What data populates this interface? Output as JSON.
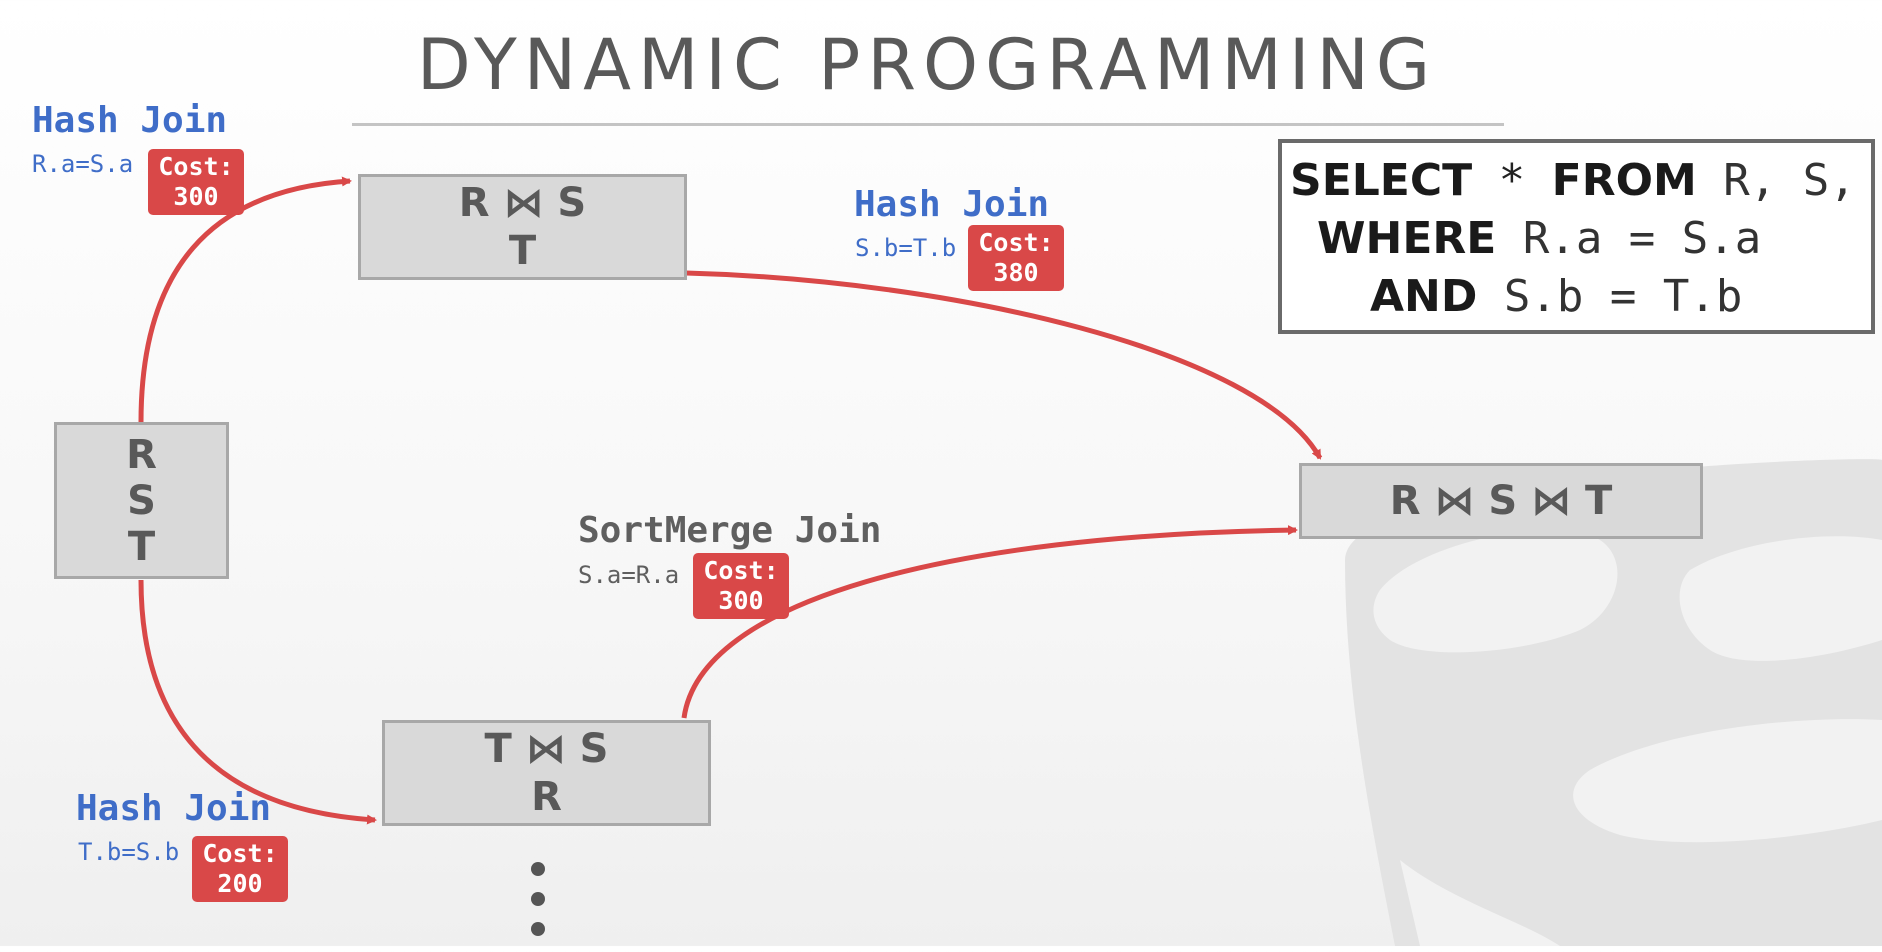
{
  "title": "DYNAMIC PROGRAMMING",
  "sql": {
    "line1_kw1": "SELECT",
    "line1_rest": " * ",
    "line1_kw2": "FROM",
    "line1_tail": " R, S, T",
    "line2_kw": "WHERE",
    "line2_tail": " R.a = S.a",
    "line3_kw": "AND",
    "line3_tail": " S.b = T.b"
  },
  "nodes": {
    "start": [
      "R",
      "S",
      "T"
    ],
    "top": [
      "R ⋈ S",
      "T"
    ],
    "bottom": [
      "T ⋈ S",
      "R"
    ],
    "final": "R ⋈ S ⋈ T"
  },
  "edges": {
    "start_to_top": {
      "join": "Hash Join",
      "predicate": "R.a=S.a",
      "cost_label": "Cost:",
      "cost": "300"
    },
    "top_to_final": {
      "join": "Hash Join",
      "predicate": "S.b=T.b",
      "cost_label": "Cost:",
      "cost": "380"
    },
    "bottom_to_final": {
      "join": "SortMerge Join",
      "predicate": "S.a=R.a",
      "cost_label": "Cost:",
      "cost": "300"
    },
    "start_to_bottom": {
      "join": "Hash Join",
      "predicate": "T.b=S.b",
      "cost_label": "Cost:",
      "cost": "200"
    }
  },
  "colors": {
    "edge": "#d94848",
    "hash_join_label": "#3f6dc8",
    "sortmerge_label": "#5f5f5f",
    "cost_badge": "#d94848",
    "node_fill": "#d9d9d9"
  }
}
